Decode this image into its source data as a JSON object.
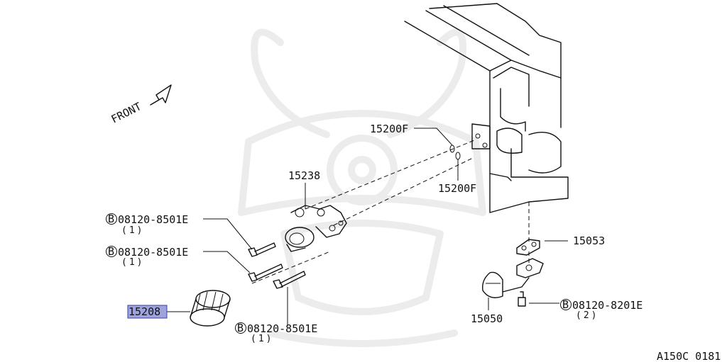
{
  "diagram": {
    "front_label": "FRONT",
    "figure_code": "A150C 0181",
    "bolt_symbol": "B",
    "parts": {
      "p15200F_upper": "15200F",
      "p15200F_lower": "15200F",
      "p15238": "15238",
      "p15053": "15053",
      "p15050": "15050",
      "p15208": "15208",
      "bolt_1": {
        "number": "08120-8501E",
        "qty": "(1)"
      },
      "bolt_2": {
        "number": "08120-8501E",
        "qty": "(1)"
      },
      "bolt_3": {
        "number": "08120-8501E",
        "qty": "(1)"
      },
      "bolt_4": {
        "number": "08120-8201E",
        "qty": "(2)"
      }
    },
    "colors": {
      "line": "#111111",
      "highlight_fill": "#9ea3e0",
      "highlight_stroke": "#3a3f9e",
      "watermark": "#ececec"
    }
  }
}
